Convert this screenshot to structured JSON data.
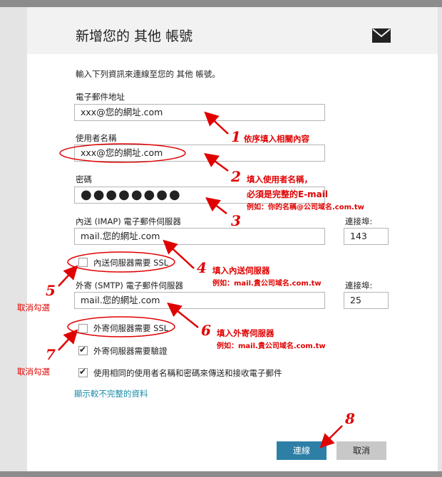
{
  "dialog": {
    "title": "新增您的 其他 帳號",
    "instruction": "輸入下列資訊來連線至您的 其他 帳號。",
    "icon": "mail-icon"
  },
  "fields": {
    "email": {
      "label": "電子郵件地址",
      "value": "xxx@您的網址.com"
    },
    "username": {
      "label": "使用者名稱",
      "value": "xxx@您的網址.com"
    },
    "password": {
      "label": "密碼",
      "value": "●●●●●●●●"
    },
    "incoming_server": {
      "label": "內送 (IMAP) 電子郵件伺服器",
      "value": "mail.您的網址.com"
    },
    "incoming_port": {
      "label": "連接埠:",
      "value": "143"
    },
    "outgoing_server": {
      "label": "外寄 (SMTP) 電子郵件伺服器",
      "value": "mail.您的網址.com"
    },
    "outgoing_port": {
      "label": "連接埠:",
      "value": "25"
    }
  },
  "checkboxes": {
    "incoming_ssl": {
      "label": "內送伺服器需要 SSL",
      "checked": false
    },
    "outgoing_ssl": {
      "label": "外寄伺服器需要 SSL",
      "checked": false
    },
    "outgoing_auth": {
      "label": "外寄伺服器需要驗證",
      "checked": true
    },
    "same_credentials": {
      "label": "使用相同的使用者名稱和密碼來傳送和接收電子郵件",
      "checked": true
    }
  },
  "link": {
    "show_less": "顯示較不完整的資料"
  },
  "buttons": {
    "connect": "連線",
    "cancel": "取消"
  },
  "annotations": {
    "n1": "1",
    "t1": "依序填入相關內容",
    "n2": "2",
    "t2a": "填入使用者名稱，",
    "t2b": "必須是完整的E-mail",
    "t2c": "例如：你的名稱@公司域名.com.tw",
    "n3": "3",
    "n4": "4",
    "t4a": "填入內送伺服器",
    "t4b": "例如：mail.貴公司域名.com.tw",
    "n5": "5",
    "t5": "取消勾選",
    "n6": "6",
    "t6a": "填入外寄伺服器",
    "t6b": "例如：mail.貴公司域名.com.tw",
    "n7": "7",
    "t7": "取消勾選",
    "n8": "8"
  },
  "colors": {
    "annotation": "#e00000",
    "accent": "#2d7fa6",
    "link": "#1a8ba8"
  }
}
